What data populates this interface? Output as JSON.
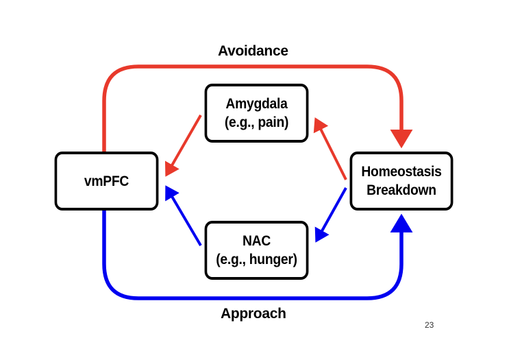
{
  "slide": {
    "page_number": "23"
  },
  "colors": {
    "avoidance": "#e8392b",
    "approach": "#0000f0",
    "box_border": "#000000"
  },
  "nodes": {
    "vmpfc": {
      "lines": [
        "vmPFC"
      ]
    },
    "amygdala": {
      "lines": [
        "Amygdala",
        "(e.g., pain)"
      ]
    },
    "homeostasis": {
      "lines": [
        "Homeostasis",
        "Breakdown"
      ]
    },
    "nac": {
      "lines": [
        "NAC",
        "(e.g., hunger)"
      ]
    }
  },
  "edges": {
    "avoidance_label": "Avoidance",
    "approach_label": "Approach",
    "list": [
      {
        "id": "vmpfc-to-homeostasis-avoidance",
        "from": "vmPFC",
        "to": "Homeostasis Breakdown",
        "pathway": "Avoidance",
        "color": "avoidance"
      },
      {
        "id": "vmpfc-to-homeostasis-approach",
        "from": "vmPFC",
        "to": "Homeostasis Breakdown",
        "pathway": "Approach",
        "color": "approach"
      },
      {
        "id": "homeostasis-to-amygdala",
        "from": "Homeostasis Breakdown",
        "to": "Amygdala",
        "color": "avoidance"
      },
      {
        "id": "amygdala-to-vmpfc",
        "from": "Amygdala",
        "to": "vmPFC",
        "color": "avoidance"
      },
      {
        "id": "homeostasis-to-nac",
        "from": "Homeostasis Breakdown",
        "to": "NAC",
        "color": "approach"
      },
      {
        "id": "nac-to-vmpfc",
        "from": "NAC",
        "to": "vmPFC",
        "color": "approach"
      }
    ]
  }
}
